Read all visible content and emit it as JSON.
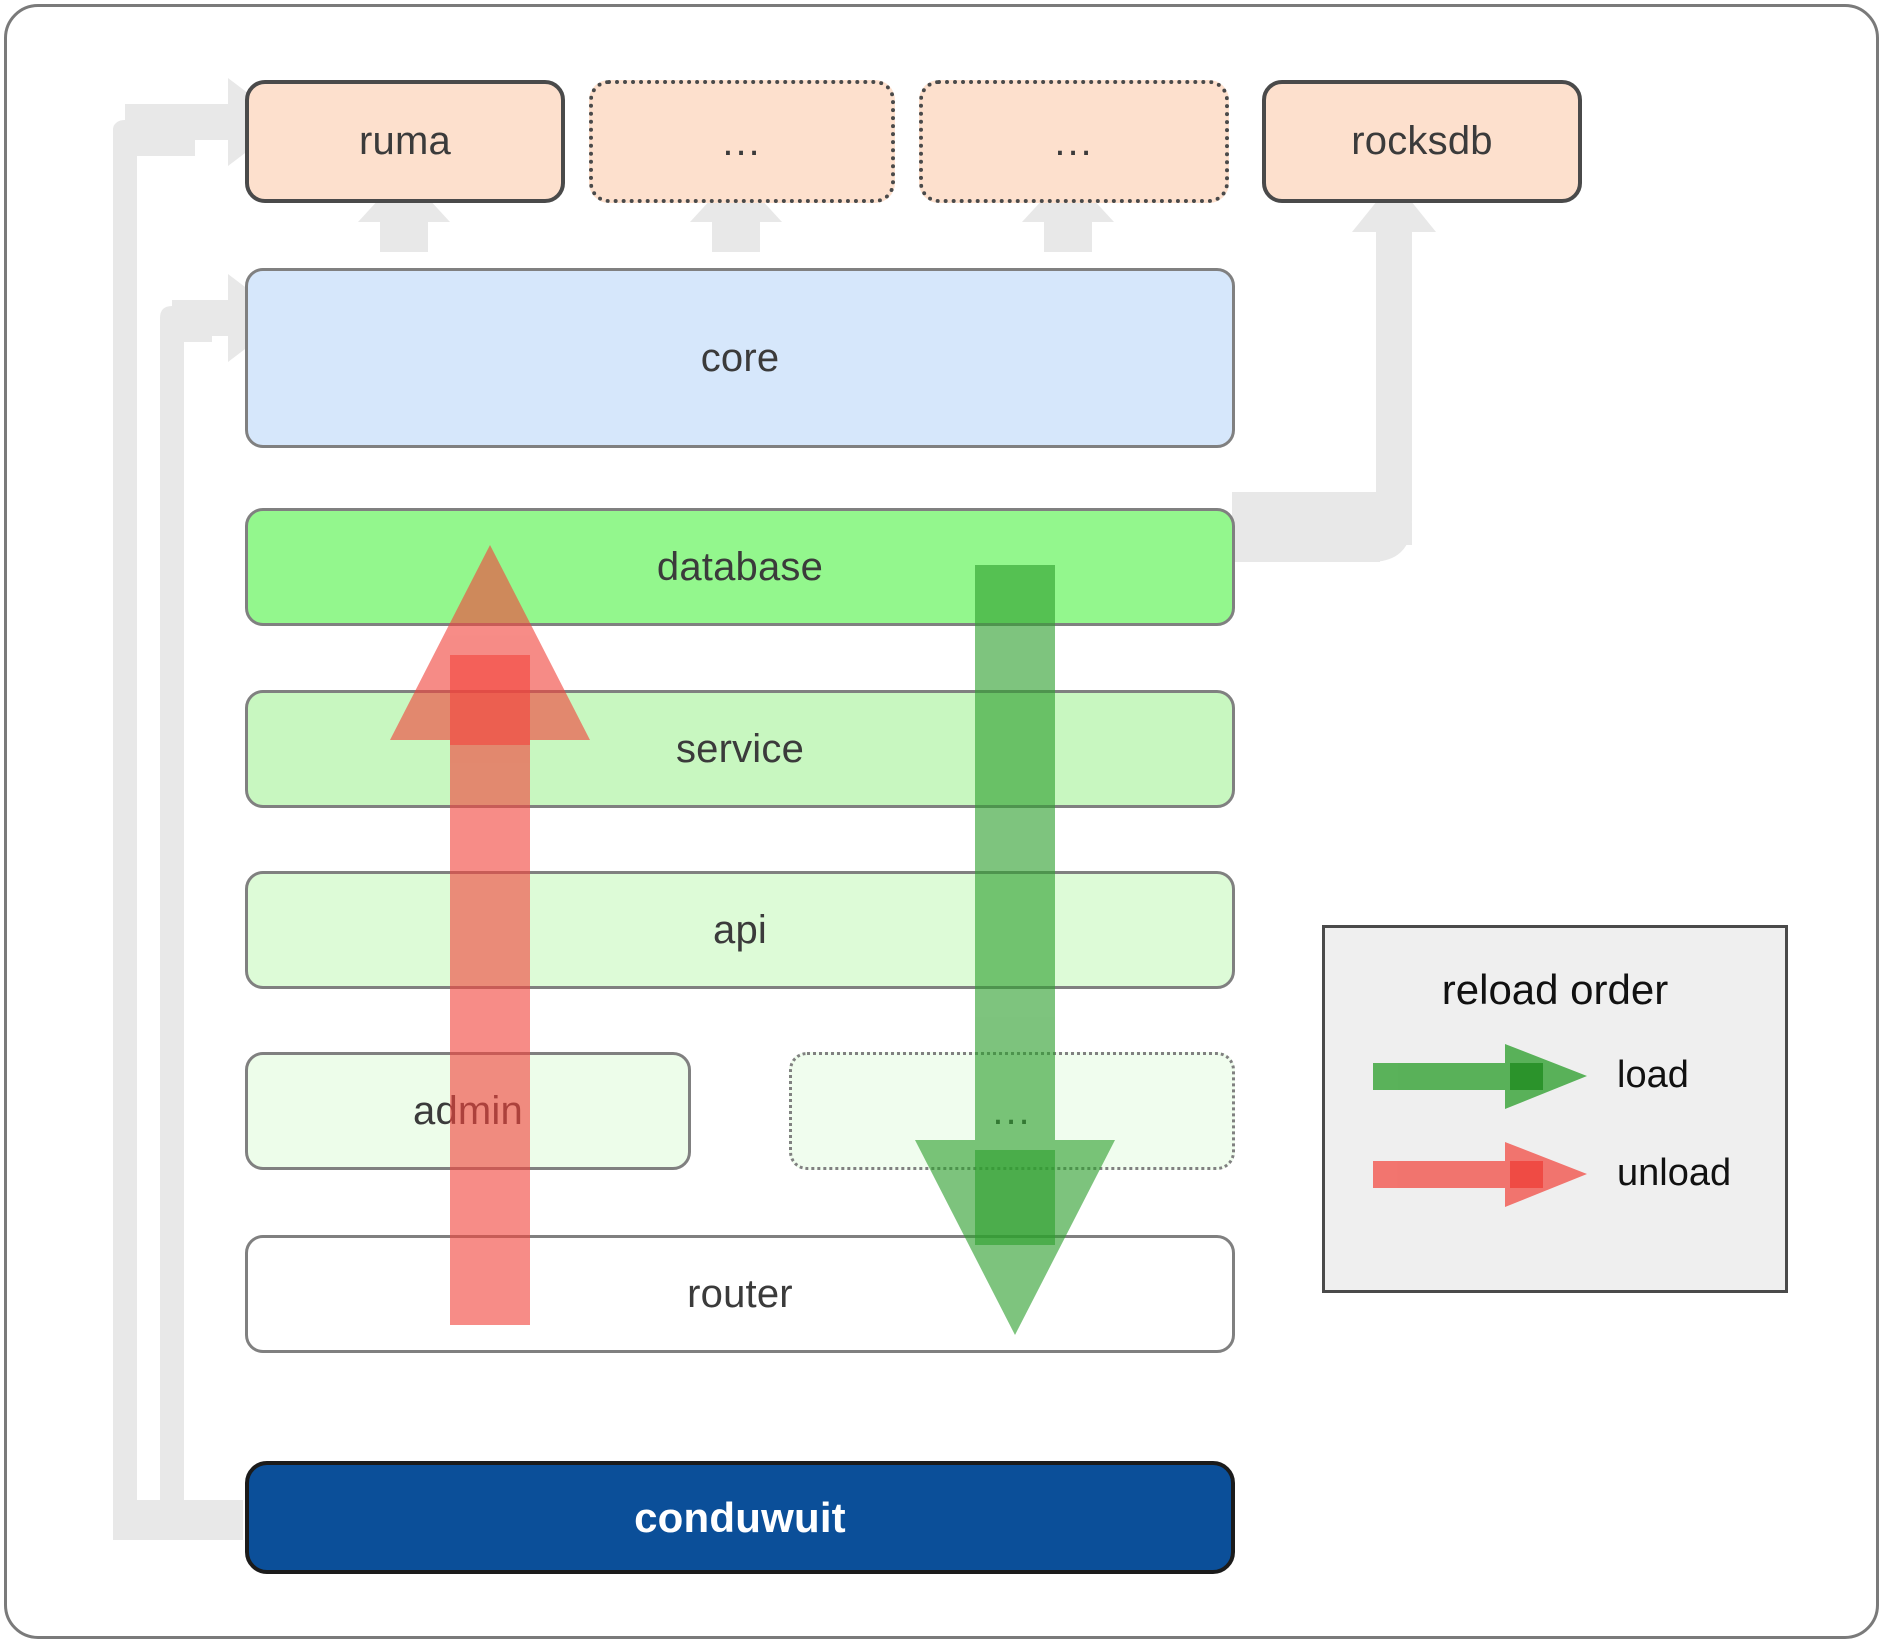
{
  "diagram": {
    "title": "conduwuit module dependency / reload order",
    "colors": {
      "dependency_fill": "#fde0cd",
      "dependency_stroke": "#4a4a4a",
      "core_fill": "#d6e7fb",
      "database_fill": "#93f78d",
      "service_fill": "#c8f7c0",
      "api_fill": "#ddfbd7",
      "admin_fill": "#edfdea",
      "ellipsis_fill": "#f0fdee",
      "router_fill": "#ffffff",
      "conduwuit_fill": "#0b4f99",
      "layer_stroke": "#808080",
      "wire_grey": "#e8e8e8",
      "load_green": "#4aa84a",
      "unload_red": "#f97a7a",
      "legend_bg": "#efefef",
      "legend_stroke": "#4a4a4a"
    },
    "dependencies": [
      {
        "id": "ruma",
        "label": "ruma",
        "style": "solid"
      },
      {
        "id": "dots-1",
        "label": "...",
        "style": "dotted"
      },
      {
        "id": "dots-2",
        "label": "...",
        "style": "dotted"
      },
      {
        "id": "rocksdb",
        "label": "rocksdb",
        "style": "solid"
      }
    ],
    "layers": [
      {
        "id": "core",
        "label": "core",
        "style": "solid"
      },
      {
        "id": "database",
        "label": "database",
        "style": "solid"
      },
      {
        "id": "service",
        "label": "service",
        "style": "solid"
      },
      {
        "id": "api",
        "label": "api",
        "style": "solid"
      },
      {
        "id": "admin",
        "label": "admin",
        "style": "solid"
      },
      {
        "id": "dots-3",
        "label": "...",
        "style": "dotted"
      },
      {
        "id": "router",
        "label": "router",
        "style": "solid"
      }
    ],
    "root": {
      "id": "conduwuit",
      "label": "conduwuit"
    },
    "legend": {
      "title": "reload order",
      "entries": [
        {
          "id": "load",
          "label": "load",
          "color": "#4aa84a"
        },
        {
          "id": "unload",
          "label": "unload",
          "color": "#f97a7a"
        }
      ]
    }
  }
}
